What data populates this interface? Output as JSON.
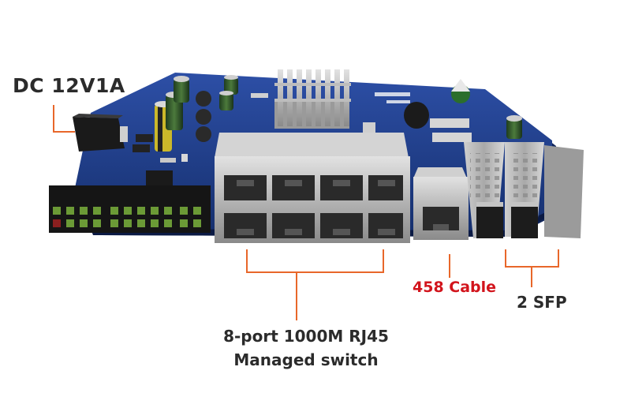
{
  "labels": {
    "power": "DC 12V1A",
    "rj45_line1": "8-port 1000M RJ45",
    "rj45_line2": "Managed switch",
    "cable": "458 Cable",
    "sfp": "2 SFP"
  },
  "colors": {
    "pcb": "#1d3c8c",
    "callout": "#e8672a",
    "cable_label": "#d2141c",
    "text": "#2b2b2b",
    "metal": "#b9b9b9",
    "led": "#4a7a2a"
  }
}
